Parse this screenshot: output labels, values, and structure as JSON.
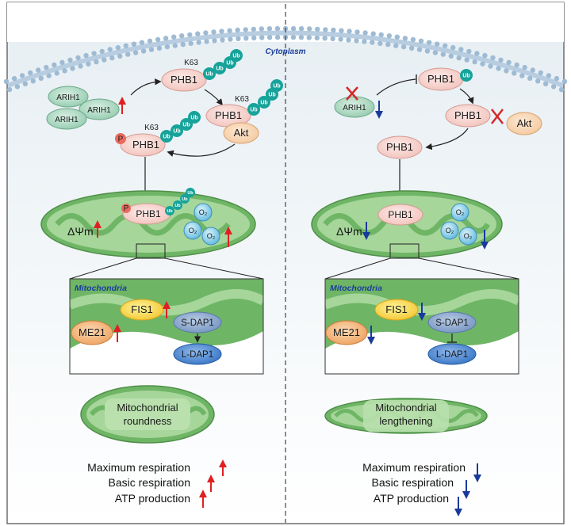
{
  "cytoplasm_label": "Cytoplasm",
  "left": {
    "arih1": [
      "ARIH1",
      "ARIH1",
      "ARIH1"
    ],
    "phb1": "PHB1",
    "k63": "K63",
    "ub": "Ub",
    "akt": "Akt",
    "p": "P",
    "delta_psi": "ΔΨm",
    "o2": "O₂",
    "mito_title": "Mitochondria",
    "fis1": "FIS1",
    "me21": "ME21",
    "sdap1": "S-DAP1",
    "ldap1": "L-DAP1",
    "shape_line1": "Mitochondrial",
    "shape_line2": "roundness",
    "resp1": "Maximum respiration",
    "resp2": "Basic respiration",
    "resp3": "ATP production"
  },
  "right": {
    "arih1": "ARIH1",
    "phb1": "PHB1",
    "ub": "Ub",
    "akt": "Akt",
    "delta_psi": "ΔΨm",
    "o2": "O₂",
    "mito_title": "Mitochondria",
    "fis1": "FIS1",
    "me21": "ME21",
    "sdap1": "S-DAP1",
    "ldap1": "L-DAP1",
    "shape_line1": "Mitochondrial",
    "shape_line2": "lengthening",
    "resp1": "Maximum respiration",
    "resp2": "Basic respiration",
    "resp3": "ATP production"
  },
  "colors": {
    "up_arrow": "#e02020",
    "down_arrow": "#1a3a9a",
    "inhibit_x": "#d42a2a",
    "ub_bead": "#16a39a",
    "phb1_fill": "#f6d3cf",
    "mito_fill": "#7bbd6f"
  }
}
